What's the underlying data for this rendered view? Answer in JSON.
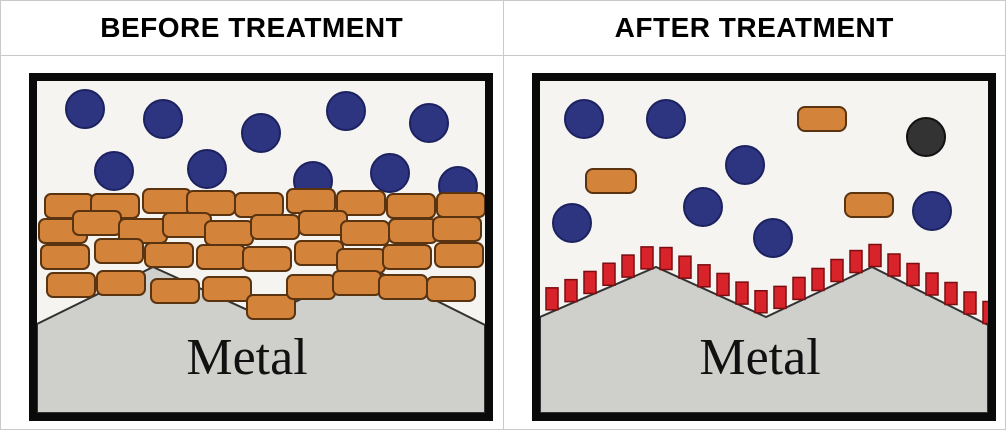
{
  "columns": [
    {
      "header": "BEFORE TREATMENT",
      "metal_label": "Metal"
    },
    {
      "header": "AFTER TREATMENT",
      "metal_label": "Metal"
    }
  ],
  "colors": {
    "water_molecule": "#2e3580",
    "oxide_particle": "#d4843a",
    "inhibitor_film": "#d8232a",
    "contaminant": "#333333",
    "metal": "#cfcfcc",
    "frame": "#0a0a0a",
    "grid_border": "#c9c9c9"
  }
}
